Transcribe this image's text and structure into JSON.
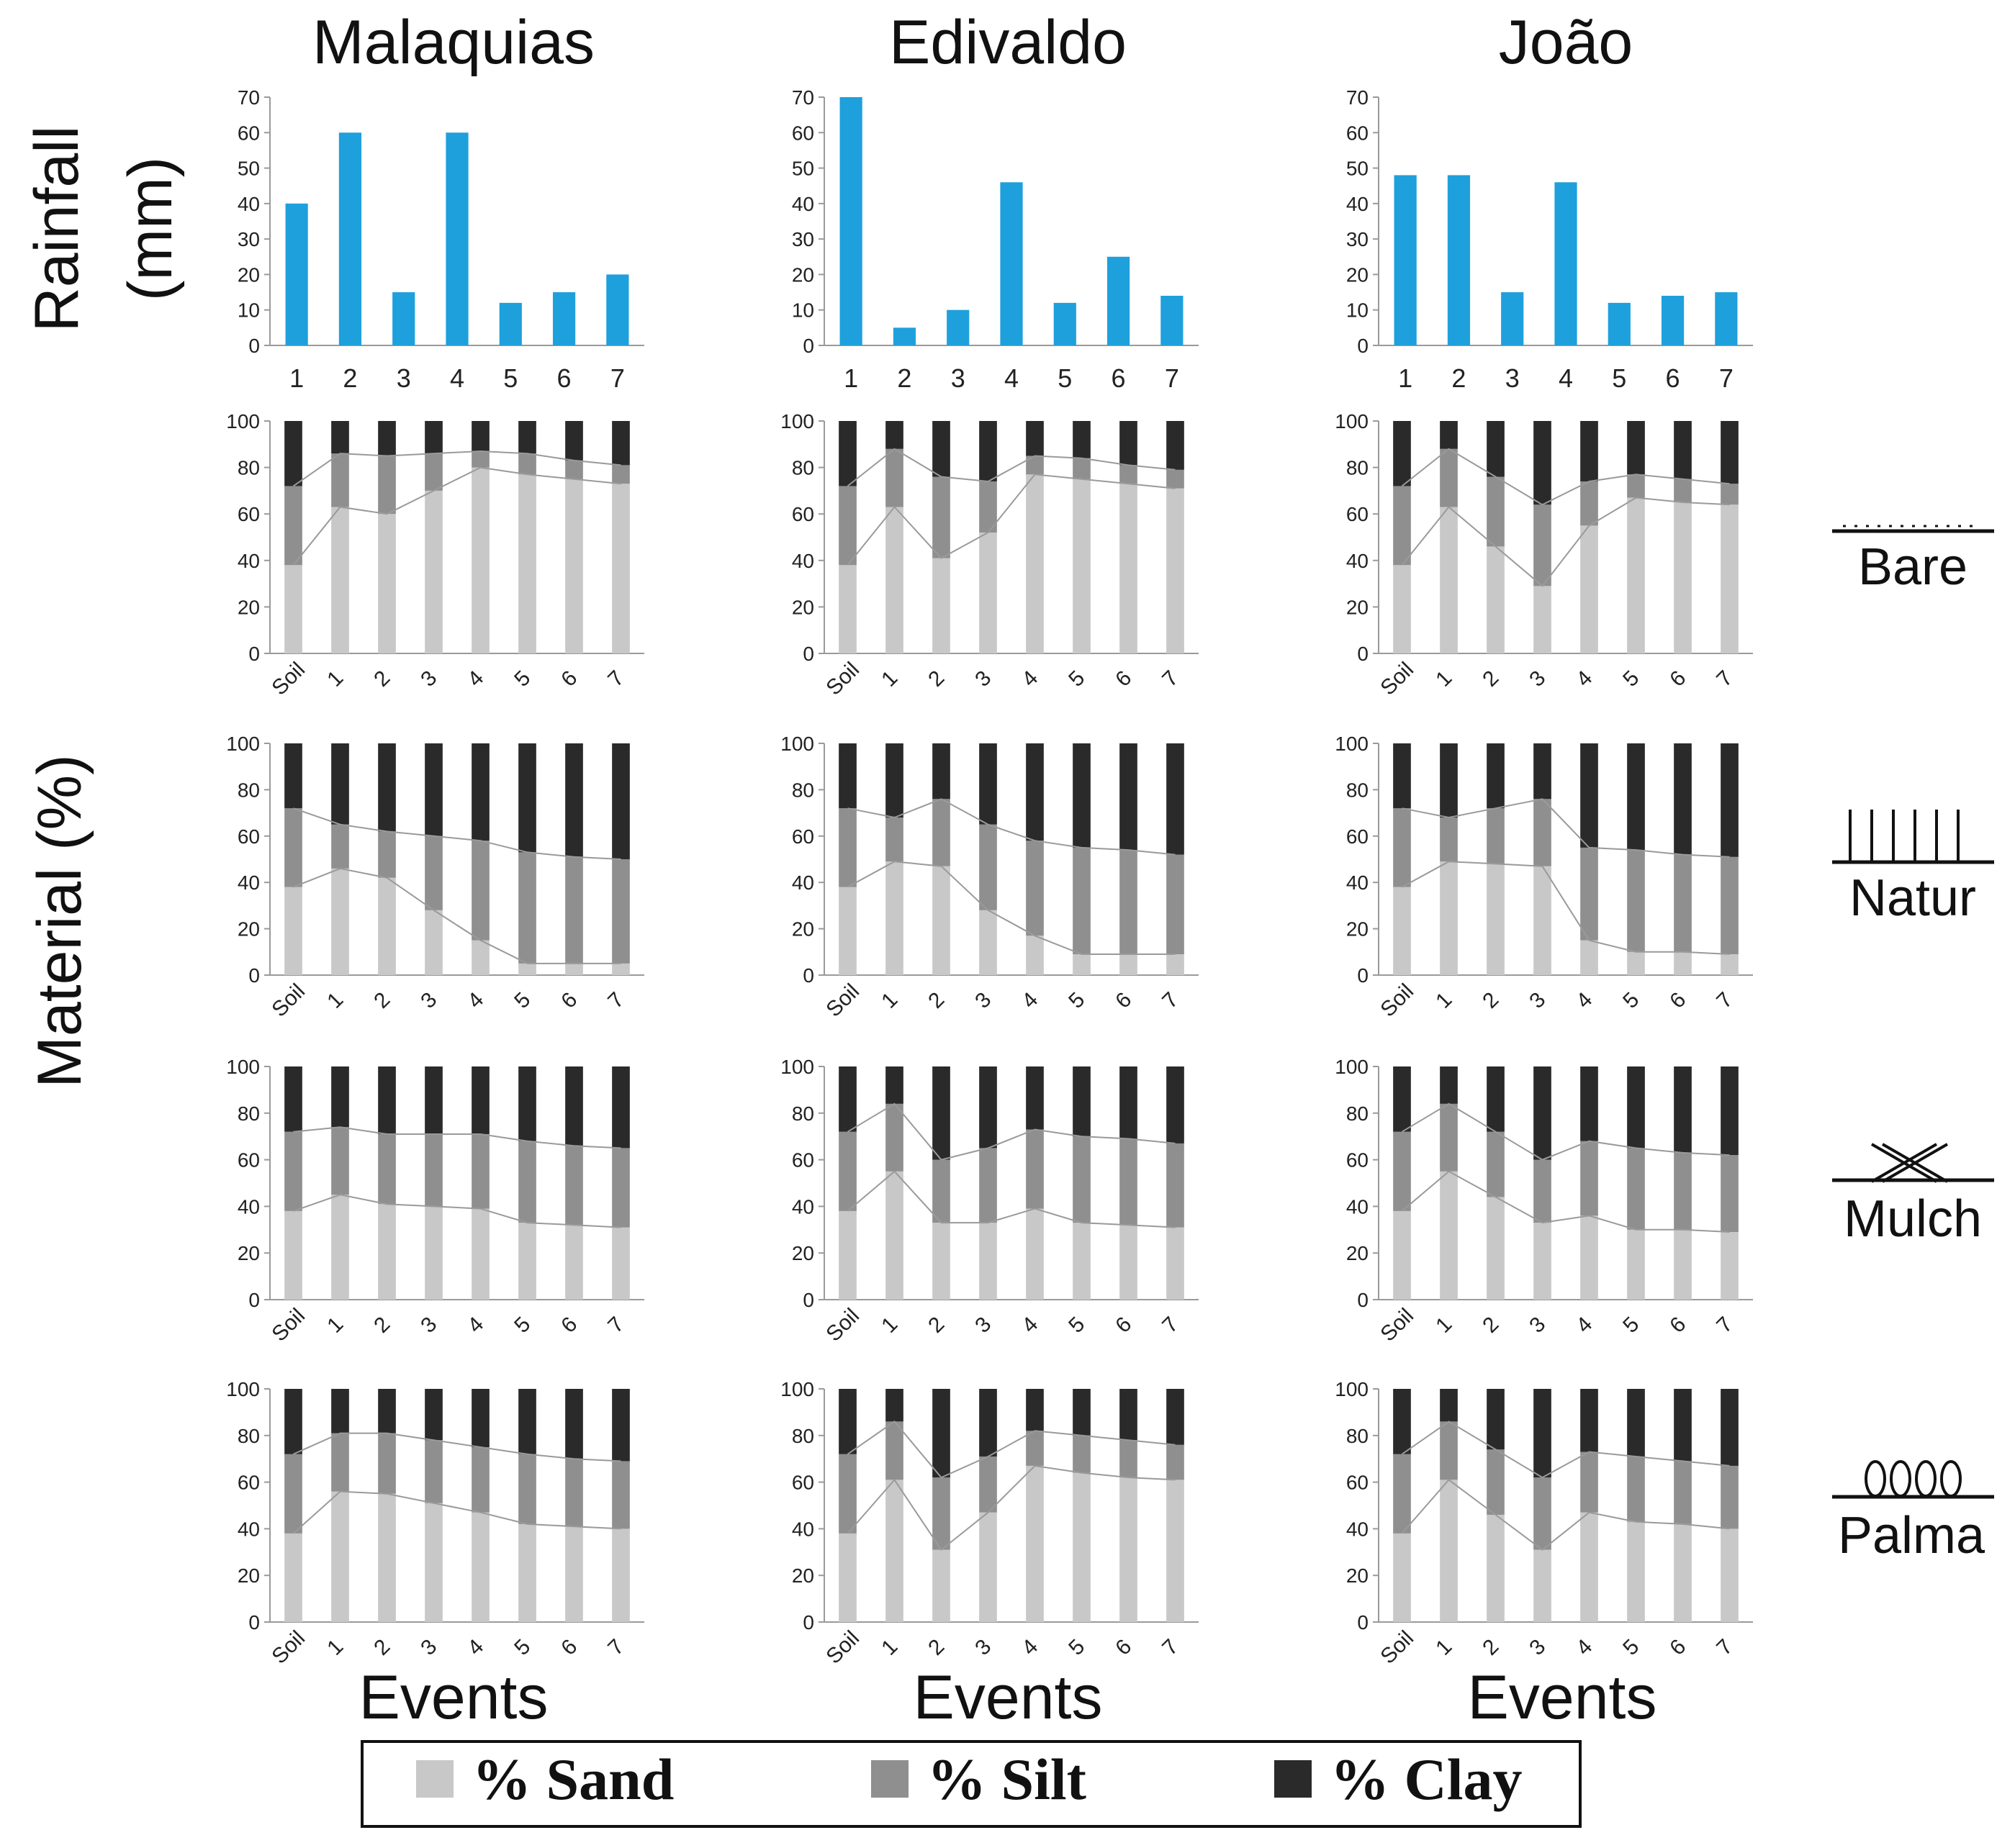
{
  "figure": {
    "sites": [
      "Malaquias",
      "Edivaldo",
      "João"
    ],
    "rainfall_ylabel_line1": "Rainfall",
    "rainfall_ylabel_line2": "(mm)",
    "material_ylabel": "Material (%)",
    "xlabel": "Events",
    "treatments": [
      "Bare",
      "Natur",
      "Mulch",
      "Palma"
    ],
    "treatment_icons": [
      "bare-soil-icon",
      "natural-vegetation-icon",
      "mulch-icon",
      "palma-icon"
    ],
    "legend": [
      {
        "label": "% Sand",
        "color": "#c8c8c8"
      },
      {
        "label": "% Silt",
        "color": "#8f8f8f"
      },
      {
        "label": "% Clay",
        "color": "#2a2a2a"
      }
    ],
    "colors": {
      "rain_bar": "#1ea0dc",
      "sand": "#c8c8c8",
      "silt": "#8f8f8f",
      "clay": "#2a2a2a",
      "line": "#9a9a9a"
    }
  },
  "chart_data": [
    {
      "type": "bar",
      "panel": "rainfall",
      "site": "Malaquias",
      "categories": [
        "1",
        "2",
        "3",
        "4",
        "5",
        "6",
        "7"
      ],
      "values": [
        40,
        60,
        15,
        60,
        12,
        15,
        20
      ],
      "ylim": [
        0,
        70
      ],
      "yticks": [
        0,
        10,
        20,
        30,
        40,
        50,
        60,
        70
      ]
    },
    {
      "type": "bar",
      "panel": "rainfall",
      "site": "Edivaldo",
      "categories": [
        "1",
        "2",
        "3",
        "4",
        "5",
        "6",
        "7"
      ],
      "values": [
        70,
        5,
        10,
        46,
        12,
        25,
        14
      ],
      "ylim": [
        0,
        70
      ],
      "yticks": [
        0,
        10,
        20,
        30,
        40,
        50,
        60,
        70
      ]
    },
    {
      "type": "bar",
      "panel": "rainfall",
      "site": "João",
      "categories": [
        "1",
        "2",
        "3",
        "4",
        "5",
        "6",
        "7"
      ],
      "values": [
        48,
        48,
        15,
        46,
        12,
        14,
        15
      ],
      "ylim": [
        0,
        70
      ],
      "yticks": [
        0,
        10,
        20,
        30,
        40,
        50,
        60,
        70
      ]
    },
    {
      "type": "bar",
      "stacked": true,
      "site": "Malaquias",
      "treatment": "Bare",
      "categories": [
        "Soil",
        "1",
        "2",
        "3",
        "4",
        "5",
        "6",
        "7"
      ],
      "ylim": [
        0,
        100
      ],
      "yticks": [
        0,
        20,
        40,
        60,
        80,
        100
      ],
      "series": [
        {
          "name": "% Sand",
          "values": [
            38,
            63,
            60,
            70,
            80,
            77,
            75,
            73
          ]
        },
        {
          "name": "% Silt",
          "values": [
            34,
            23,
            25,
            16,
            7,
            9,
            8,
            8
          ]
        },
        {
          "name": "% Clay",
          "values": [
            28,
            14,
            15,
            14,
            13,
            14,
            17,
            19
          ]
        }
      ]
    },
    {
      "type": "bar",
      "stacked": true,
      "site": "Edivaldo",
      "treatment": "Bare",
      "categories": [
        "Soil",
        "1",
        "2",
        "3",
        "4",
        "5",
        "6",
        "7"
      ],
      "ylim": [
        0,
        100
      ],
      "yticks": [
        0,
        20,
        40,
        60,
        80,
        100
      ],
      "series": [
        {
          "name": "% Sand",
          "values": [
            38,
            63,
            41,
            52,
            77,
            75,
            73,
            71
          ]
        },
        {
          "name": "% Silt",
          "values": [
            34,
            25,
            35,
            22,
            8,
            9,
            8,
            8
          ]
        },
        {
          "name": "% Clay",
          "values": [
            28,
            12,
            24,
            26,
            15,
            16,
            19,
            21
          ]
        }
      ]
    },
    {
      "type": "bar",
      "stacked": true,
      "site": "João",
      "treatment": "Bare",
      "categories": [
        "Soil",
        "1",
        "2",
        "3",
        "4",
        "5",
        "6",
        "7"
      ],
      "ylim": [
        0,
        100
      ],
      "yticks": [
        0,
        20,
        40,
        60,
        80,
        100
      ],
      "series": [
        {
          "name": "% Sand",
          "values": [
            38,
            63,
            46,
            29,
            55,
            67,
            65,
            64
          ]
        },
        {
          "name": "% Silt",
          "values": [
            34,
            25,
            30,
            35,
            19,
            10,
            10,
            9
          ]
        },
        {
          "name": "% Clay",
          "values": [
            28,
            12,
            24,
            36,
            26,
            23,
            25,
            27
          ]
        }
      ]
    },
    {
      "type": "bar",
      "stacked": true,
      "site": "Malaquias",
      "treatment": "Natur",
      "categories": [
        "Soil",
        "1",
        "2",
        "3",
        "4",
        "5",
        "6",
        "7"
      ],
      "ylim": [
        0,
        100
      ],
      "yticks": [
        0,
        20,
        40,
        60,
        80,
        100
      ],
      "series": [
        {
          "name": "% Sand",
          "values": [
            38,
            46,
            42,
            28,
            15,
            5,
            5,
            5
          ]
        },
        {
          "name": "% Silt",
          "values": [
            34,
            19,
            20,
            32,
            43,
            48,
            46,
            45
          ]
        },
        {
          "name": "% Clay",
          "values": [
            28,
            35,
            38,
            40,
            42,
            47,
            49,
            50
          ]
        }
      ]
    },
    {
      "type": "bar",
      "stacked": true,
      "site": "Edivaldo",
      "treatment": "Natur",
      "categories": [
        "Soil",
        "1",
        "2",
        "3",
        "4",
        "5",
        "6",
        "7"
      ],
      "ylim": [
        0,
        100
      ],
      "yticks": [
        0,
        20,
        40,
        60,
        80,
        100
      ],
      "series": [
        {
          "name": "% Sand",
          "values": [
            38,
            49,
            47,
            28,
            17,
            9,
            9,
            9
          ]
        },
        {
          "name": "% Silt",
          "values": [
            34,
            19,
            29,
            37,
            41,
            46,
            45,
            43
          ]
        },
        {
          "name": "% Clay",
          "values": [
            28,
            32,
            24,
            35,
            42,
            45,
            46,
            48
          ]
        }
      ]
    },
    {
      "type": "bar",
      "stacked": true,
      "site": "João",
      "treatment": "Natur",
      "categories": [
        "Soil",
        "1",
        "2",
        "3",
        "4",
        "5",
        "6",
        "7"
      ],
      "ylim": [
        0,
        100
      ],
      "yticks": [
        0,
        20,
        40,
        60,
        80,
        100
      ],
      "series": [
        {
          "name": "% Sand",
          "values": [
            38,
            49,
            48,
            47,
            15,
            10,
            10,
            9
          ]
        },
        {
          "name": "% Silt",
          "values": [
            34,
            19,
            24,
            29,
            40,
            44,
            42,
            42
          ]
        },
        {
          "name": "% Clay",
          "values": [
            28,
            32,
            28,
            24,
            45,
            46,
            48,
            49
          ]
        }
      ]
    },
    {
      "type": "bar",
      "stacked": true,
      "site": "Malaquias",
      "treatment": "Mulch",
      "categories": [
        "Soil",
        "1",
        "2",
        "3",
        "4",
        "5",
        "6",
        "7"
      ],
      "ylim": [
        0,
        100
      ],
      "yticks": [
        0,
        20,
        40,
        60,
        80,
        100
      ],
      "series": [
        {
          "name": "% Sand",
          "values": [
            38,
            45,
            41,
            40,
            39,
            33,
            32,
            31
          ]
        },
        {
          "name": "% Silt",
          "values": [
            34,
            29,
            30,
            31,
            32,
            35,
            34,
            34
          ]
        },
        {
          "name": "% Clay",
          "values": [
            28,
            26,
            29,
            29,
            29,
            32,
            34,
            35
          ]
        }
      ]
    },
    {
      "type": "bar",
      "stacked": true,
      "site": "Edivaldo",
      "treatment": "Mulch",
      "categories": [
        "Soil",
        "1",
        "2",
        "3",
        "4",
        "5",
        "6",
        "7"
      ],
      "ylim": [
        0,
        100
      ],
      "yticks": [
        0,
        20,
        40,
        60,
        80,
        100
      ],
      "series": [
        {
          "name": "% Sand",
          "values": [
            38,
            55,
            33,
            33,
            39,
            33,
            32,
            31
          ]
        },
        {
          "name": "% Silt",
          "values": [
            34,
            29,
            27,
            32,
            34,
            37,
            37,
            36
          ]
        },
        {
          "name": "% Clay",
          "values": [
            28,
            16,
            40,
            35,
            27,
            30,
            31,
            33
          ]
        }
      ]
    },
    {
      "type": "bar",
      "stacked": true,
      "site": "João",
      "treatment": "Mulch",
      "categories": [
        "Soil",
        "1",
        "2",
        "3",
        "4",
        "5",
        "6",
        "7"
      ],
      "ylim": [
        0,
        100
      ],
      "yticks": [
        0,
        20,
        40,
        60,
        80,
        100
      ],
      "series": [
        {
          "name": "% Sand",
          "values": [
            38,
            55,
            44,
            33,
            36,
            30,
            30,
            29
          ]
        },
        {
          "name": "% Silt",
          "values": [
            34,
            29,
            28,
            27,
            32,
            35,
            33,
            33
          ]
        },
        {
          "name": "% Clay",
          "values": [
            28,
            16,
            28,
            40,
            32,
            35,
            37,
            38
          ]
        }
      ]
    },
    {
      "type": "bar",
      "stacked": true,
      "site": "Malaquias",
      "treatment": "Palma",
      "categories": [
        "Soil",
        "1",
        "2",
        "3",
        "4",
        "5",
        "6",
        "7"
      ],
      "ylim": [
        0,
        100
      ],
      "yticks": [
        0,
        20,
        40,
        60,
        80,
        100
      ],
      "series": [
        {
          "name": "% Sand",
          "values": [
            38,
            56,
            55,
            51,
            47,
            42,
            41,
            40
          ]
        },
        {
          "name": "% Silt",
          "values": [
            34,
            25,
            26,
            27,
            28,
            30,
            29,
            29
          ]
        },
        {
          "name": "% Clay",
          "values": [
            28,
            19,
            19,
            22,
            25,
            28,
            30,
            31
          ]
        }
      ]
    },
    {
      "type": "bar",
      "stacked": true,
      "site": "Edivaldo",
      "treatment": "Palma",
      "categories": [
        "Soil",
        "1",
        "2",
        "3",
        "4",
        "5",
        "6",
        "7"
      ],
      "ylim": [
        0,
        100
      ],
      "yticks": [
        0,
        20,
        40,
        60,
        80,
        100
      ],
      "series": [
        {
          "name": "% Sand",
          "values": [
            38,
            61,
            31,
            47,
            67,
            64,
            62,
            61
          ]
        },
        {
          "name": "% Silt",
          "values": [
            34,
            25,
            31,
            24,
            15,
            16,
            16,
            15
          ]
        },
        {
          "name": "% Clay",
          "values": [
            28,
            14,
            38,
            29,
            18,
            20,
            22,
            24
          ]
        }
      ]
    },
    {
      "type": "bar",
      "stacked": true,
      "site": "João",
      "treatment": "Palma",
      "categories": [
        "Soil",
        "1",
        "2",
        "3",
        "4",
        "5",
        "6",
        "7"
      ],
      "ylim": [
        0,
        100
      ],
      "yticks": [
        0,
        20,
        40,
        60,
        80,
        100
      ],
      "series": [
        {
          "name": "% Sand",
          "values": [
            38,
            61,
            46,
            31,
            47,
            43,
            42,
            40
          ]
        },
        {
          "name": "% Silt",
          "values": [
            34,
            25,
            28,
            31,
            26,
            28,
            27,
            27
          ]
        },
        {
          "name": "% Clay",
          "values": [
            28,
            14,
            26,
            38,
            27,
            29,
            31,
            33
          ]
        }
      ]
    }
  ]
}
